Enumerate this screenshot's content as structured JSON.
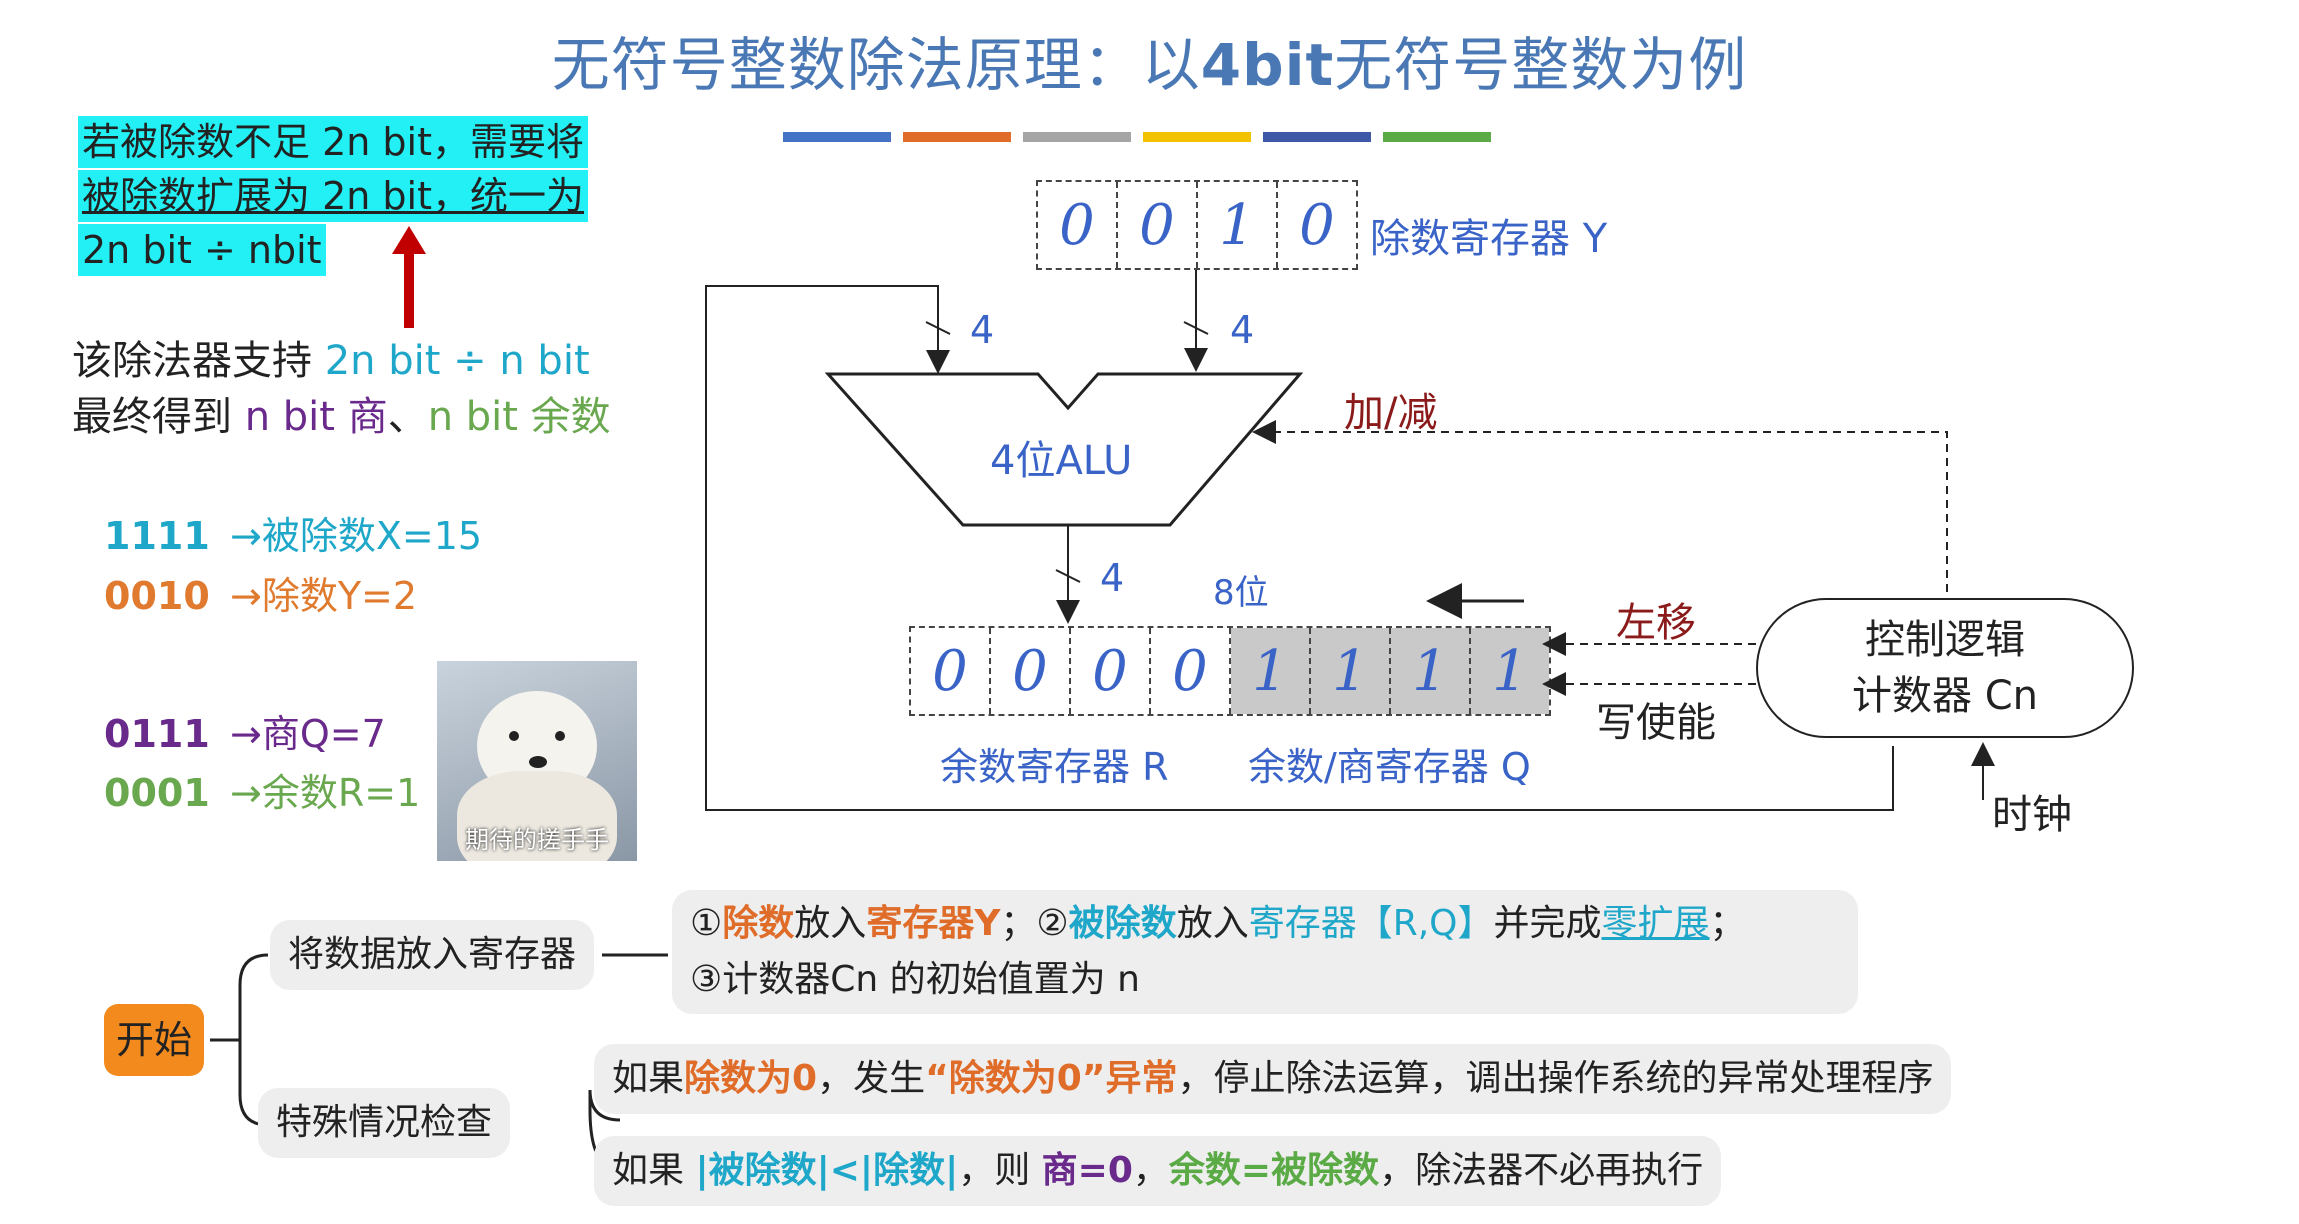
{
  "title": {
    "pre": "无符号整数除法原理：以",
    "bold": "4bit",
    "post": "无符号整数为例"
  },
  "note": {
    "line1": "若被除数不足 2n bit，需要将",
    "line2": "被除数扩展为 2n bit，统一为",
    "line3": "2n bit ÷ nbit"
  },
  "support": {
    "p1": "该除法器支持",
    "p2": "2n bit ÷ n bit",
    "line2a": "最终得到",
    "line2b": "n bit 商",
    "line2c": "、",
    "line2d": "n bit 余数"
  },
  "examples": [
    {
      "bits": "1111",
      "desc": "→被除数X=15",
      "color": "#1ea7c9"
    },
    {
      "bits": "0010",
      "desc": "→除数Y=2",
      "color": "#e07a2e"
    },
    {
      "bits": "0111",
      "desc": "→商Q=7",
      "color": "#6a2a8c"
    },
    {
      "bits": "0001",
      "desc": "→余数R=1",
      "color": "#6aa84f"
    }
  ],
  "sticker": {
    "caption": "期待的搓手手"
  },
  "divisor_register": {
    "cells": [
      "0",
      "0",
      "1",
      "0"
    ],
    "label": "除数寄存器 Y"
  },
  "alu": {
    "label": "4位ALU",
    "bus_in_left": "4",
    "bus_in_right": "4",
    "bus_out": "4",
    "control": "加/减"
  },
  "rq_register": {
    "cells": [
      "0",
      "0",
      "0",
      "0",
      "1",
      "1",
      "1",
      "1"
    ],
    "width_label": "8位",
    "label_r": "余数寄存器 R",
    "label_q": "余数/商寄存器 Q"
  },
  "control": {
    "line1": "控制逻辑",
    "line2": "计数器 Cn",
    "shift": "左移",
    "write": "写使能",
    "clock": "时钟"
  },
  "flow": {
    "start": "开始",
    "step1": "将数据放入寄存器",
    "step1_detail_line1": {
      "a": "①",
      "b": "除数",
      "c": "放入",
      "d": "寄存器Y",
      "e": "；②",
      "f": "被除数",
      "g": "放入",
      "h": "寄存器【R,Q】",
      "i": "并完成",
      "j": "零扩展",
      "k": "；"
    },
    "step1_detail_line2": "③计数器Cn 的初始值置为 n",
    "step2": "特殊情况检查",
    "check1": {
      "a": "如果",
      "b": "除数为0",
      "c": "，发生",
      "d": "“除数为0”异常",
      "e": "，停止除法运算，调出操作系统的异常处理程序"
    },
    "check2": {
      "a": "如果 ",
      "b": "|被除数|<|除数|",
      "c": "，则 ",
      "d": "商=0",
      "e": "，",
      "f": "余数=被除数",
      "g": "，除法器不必再执行"
    }
  },
  "colors": {
    "blue": "#4472c4",
    "orange": "#e06c2a",
    "gray": "#a5a5a5",
    "yellow": "#f2c200",
    "navy": "#3e58a8",
    "green": "#5aaa46",
    "red_arrow": "#c00000",
    "orange_box": "#f28a1e"
  }
}
